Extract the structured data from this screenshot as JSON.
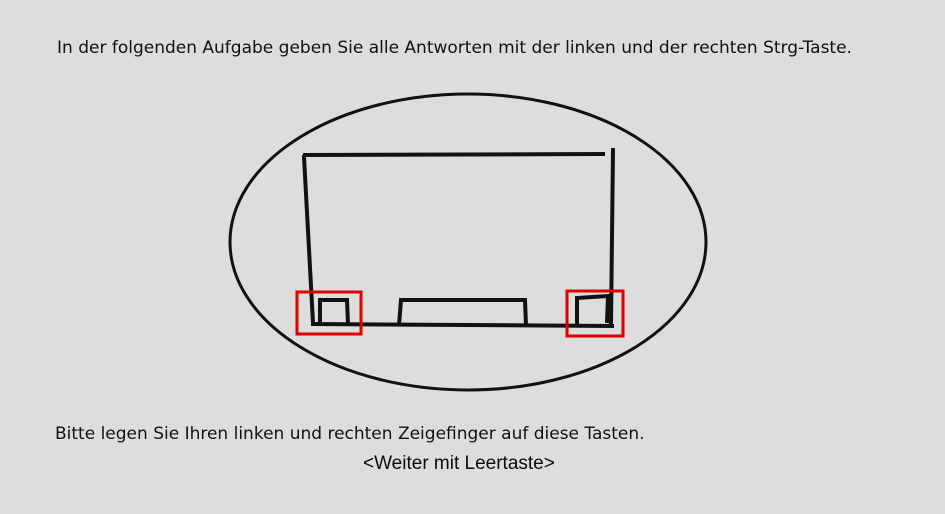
{
  "instructions": {
    "top": "In der folgenden Aufgabe geben Sie alle Antworten mit der linken und der rechten Strg-Taste.",
    "bottom": "Bitte legen Sie Ihren linken und rechten Zeigefinger auf diese Tasten.",
    "continue_hint": "<Weiter mit Leertaste>"
  },
  "illustration": {
    "subject": "keyboard sketch with left and right Ctrl keys highlighted",
    "outline_color": "#111111",
    "highlight_color": "#e00000",
    "highlighted_keys": [
      "left-ctrl",
      "right-ctrl"
    ]
  },
  "colors": {
    "background": "#dddddd",
    "text": "#111111"
  }
}
